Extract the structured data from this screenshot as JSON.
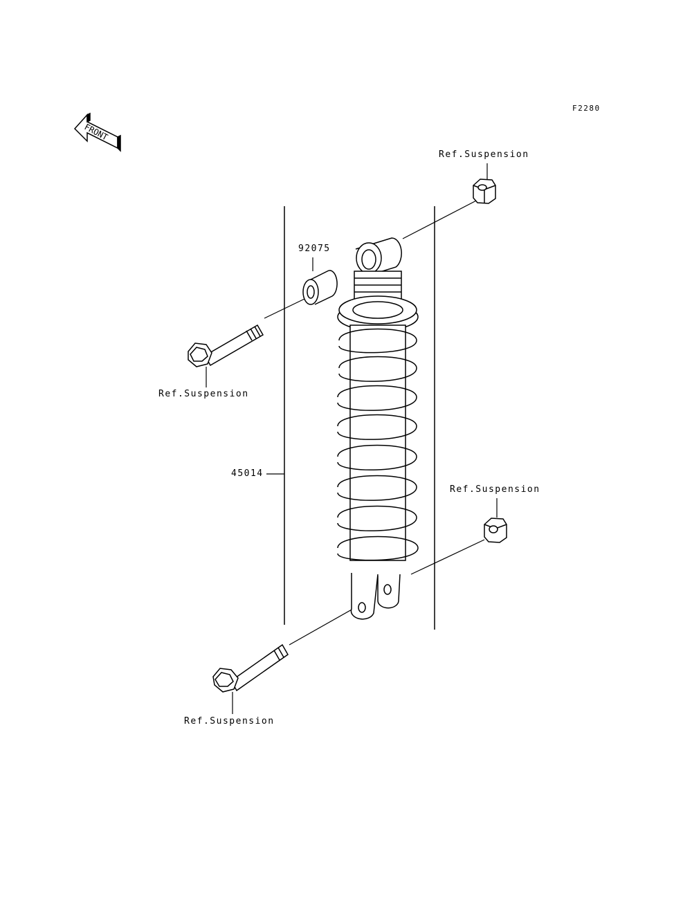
{
  "diagram_code": "F2280",
  "front_arrow": "FRONT",
  "part_shock_absorber": "45014",
  "part_collar": "92075",
  "ref_top_nut": "Ref.Suspension",
  "ref_upper_bolt": "Ref.Suspension",
  "ref_lower_nut": "Ref.Suspension",
  "ref_lower_bolt": "Ref.Suspension"
}
